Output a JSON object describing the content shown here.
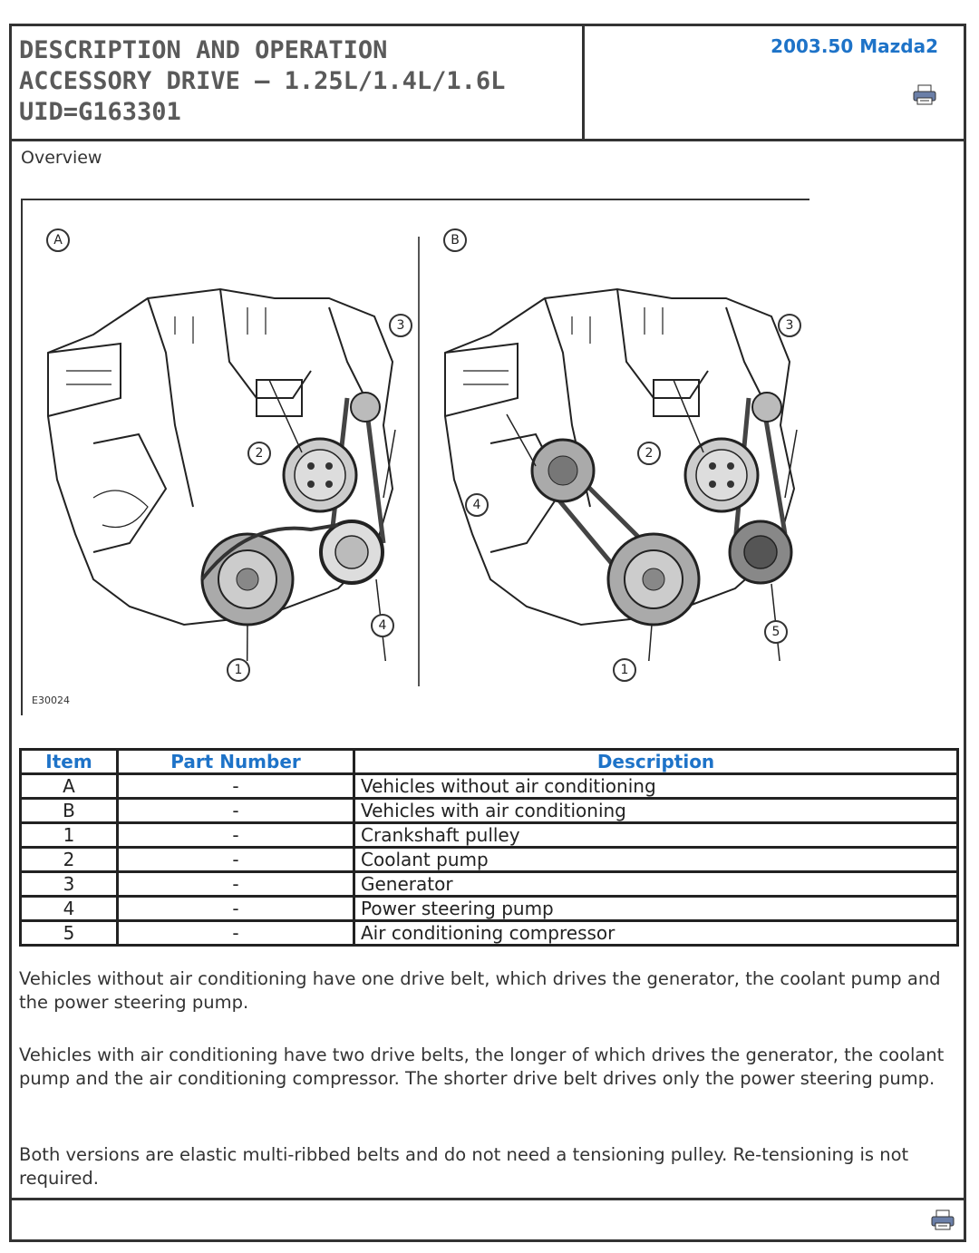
{
  "header": {
    "title_lines": [
      "DESCRIPTION AND OPERATION",
      "ACCESSORY DRIVE — 1.25L/1.4L/1.6L",
      "UID=G163301"
    ],
    "model": "2003.50 Mazda2"
  },
  "section": "Overview",
  "figure": {
    "panel_labels": [
      "A",
      "B"
    ],
    "callouts_a": [
      "1",
      "2",
      "3",
      "4"
    ],
    "callouts_b": [
      "1",
      "2",
      "3",
      "4",
      "5"
    ],
    "code": "E30024"
  },
  "table": {
    "headers": [
      "Item",
      "Part Number",
      "Description"
    ],
    "rows": [
      [
        "A",
        "-",
        "Vehicles without air conditioning"
      ],
      [
        "B",
        "-",
        "Vehicles with air conditioning"
      ],
      [
        "1",
        "-",
        "Crankshaft pulley"
      ],
      [
        "2",
        "-",
        "Coolant pump"
      ],
      [
        "3",
        "-",
        "Generator"
      ],
      [
        "4",
        "-",
        "Power steering pump"
      ],
      [
        "5",
        "-",
        "Air conditioning compressor"
      ]
    ]
  },
  "paragraphs": [
    "Vehicles without air conditioning have one drive belt, which drives the generator, the coolant pump and the power steering pump.",
    "Vehicles with air conditioning have two drive belts, the longer of which drives the generator, the coolant pump and the air conditioning compressor. The shorter drive belt drives only the power steering pump.",
    "Both versions are elastic multi-ribbed belts and do not need a tensioning pulley. Re-tensioning is not required."
  ],
  "icons": {
    "print": "printer-icon"
  }
}
